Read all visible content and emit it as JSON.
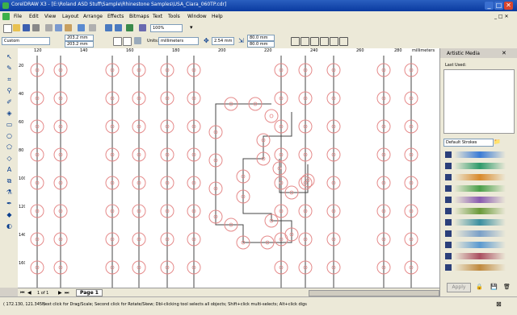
{
  "window": {
    "title": "CorelDRAW X3 - [E:\\Roland ASD Stuff\\Sample\\Rhinestone Samples\\USA_Ciara_060TP.cdr]",
    "min": "_",
    "max": "□",
    "close": "✕"
  },
  "menubar": {
    "items": [
      "File",
      "Edit",
      "View",
      "Layout",
      "Arrange",
      "Effects",
      "Bitmaps",
      "Text",
      "Tools",
      "Window",
      "Help"
    ],
    "doc_controls": "_ □ ✕"
  },
  "toolbar1": {
    "zoom": "100%"
  },
  "propertybar": {
    "preset": "Custom",
    "width": "203.2 mm",
    "height": "203.2 mm",
    "units_label": "Units:",
    "units": "millimeters",
    "nudge": "2.54 mm",
    "dup_x": "80.0 mm",
    "dup_y": "80.0 mm"
  },
  "ruler": {
    "h_labels": [
      "120",
      "140",
      "160",
      "180",
      "200",
      "220",
      "240",
      "260",
      "280"
    ],
    "unit_label": "millimeters",
    "v_labels": [
      "20",
      "40",
      "60",
      "80",
      "100",
      "120",
      "140",
      "160"
    ]
  },
  "pagebar": {
    "counter": "1 of 1",
    "tab": "Page 1"
  },
  "docker": {
    "title": "Artistic Media",
    "last_used_label": "Last Used:",
    "category": "Default Strokes",
    "apply_label": "Apply",
    "strokes": [
      {
        "color": "#3a7bd5"
      },
      {
        "color": "#2e9a6a"
      },
      {
        "color": "#d98a2b"
      },
      {
        "color": "#4aa04a"
      },
      {
        "color": "#8a5bb0"
      },
      {
        "color": "#6a9a3a"
      },
      {
        "color": "#3b8fa0"
      },
      {
        "color": "#7aa0c8"
      },
      {
        "color": "#5a9ad0"
      },
      {
        "color": "#aa5060"
      },
      {
        "color": "#c08a40"
      }
    ]
  },
  "status": {
    "coords": "( 172.130, 121.345 )",
    "hint": "Next click for Drag/Scale; Second click for Rotate/Skew; Dbl-clicking tool selects all objects; Shift+click multi-selects; Alt+click digs"
  },
  "colors": {
    "accent": "#0a3aa0",
    "circle": "#e58a8a",
    "line": "#444444"
  }
}
